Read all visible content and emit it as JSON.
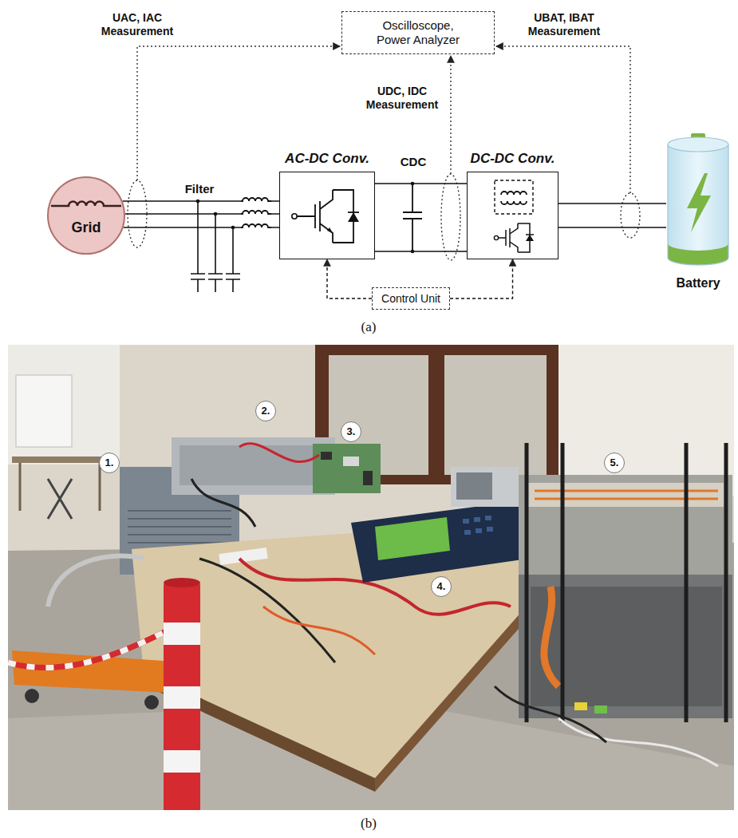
{
  "diagram": {
    "nodes": [
      {
        "text": [
          "Oscilloscope, Power Analyzer"
        ]
      },
      {
        "text": [
          "Grid"
        ]
      },
      {
        "text": [
          "AC-DC Conv."
        ]
      },
      {
        "text": [
          "DC-DC Conv."
        ]
      },
      {
        "text": [
          "Battery"
        ]
      },
      {
        "text": [
          "Control Unit"
        ]
      }
    ],
    "edges": [
      {
        "from": 1,
        "to": 2,
        "arrow": "none"
      },
      {
        "from": 2,
        "to": 3,
        "arrow": "none"
      },
      {
        "from": 3,
        "to": 4,
        "arrow": "none"
      },
      {
        "from": 5,
        "to": 2,
        "arrow": "to"
      },
      {
        "from": 5,
        "to": 3,
        "arrow": "to"
      }
    ],
    "labels": [
      "UAC, IAC Measurement",
      "UBAT, IBAT Measurement",
      "UDC, IDC Measurement",
      "Filter",
      "CDC",
      "(a)",
      "1.",
      "2.",
      "3.",
      "4.",
      "5.",
      "(b)"
    ]
  }
}
